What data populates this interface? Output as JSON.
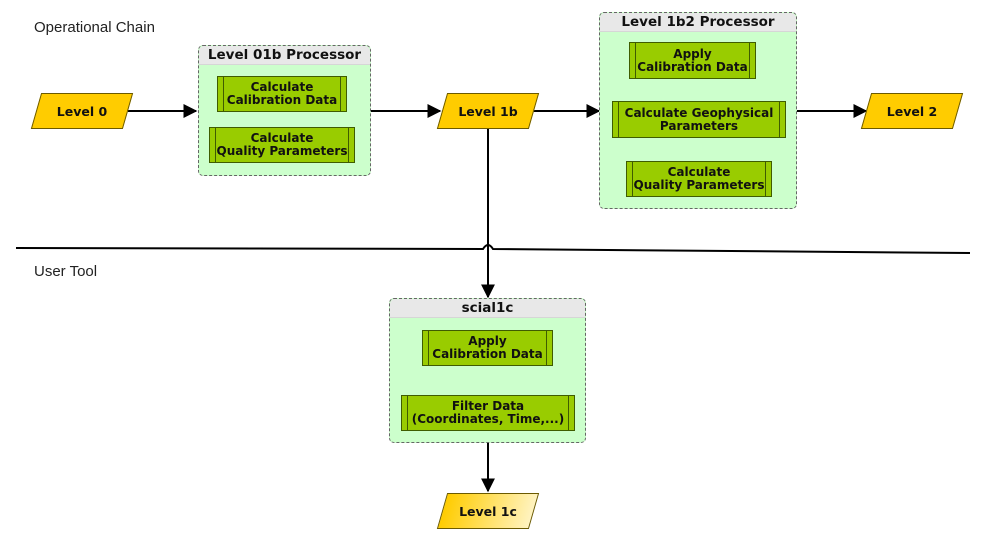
{
  "sections": {
    "operational": "Operational Chain",
    "user_tool": "User Tool"
  },
  "nodes": {
    "level0": "Level 0",
    "level1b": "Level 1b",
    "level2": "Level 2",
    "level1c": "Level 1c"
  },
  "containers": {
    "l01b": {
      "title": "Level 01b Processor",
      "steps": [
        "Calculate\nCalibration Data",
        "Calculate\nQuality Parameters"
      ]
    },
    "l1b2": {
      "title": "Level 1b2 Processor",
      "steps": [
        "Apply\nCalibration Data",
        "Calculate Geophysical\nParameters",
        "Calculate\nQuality Parameters"
      ]
    },
    "scial1c": {
      "title": "scial1c",
      "steps": [
        "Apply\nCalibration Data",
        "Filter Data\n(Coordinates, Time,...)"
      ]
    }
  },
  "colors": {
    "container_fill": "#ccffcc",
    "process_fill": "#99cc00",
    "data_fill": "#ffcc00"
  }
}
